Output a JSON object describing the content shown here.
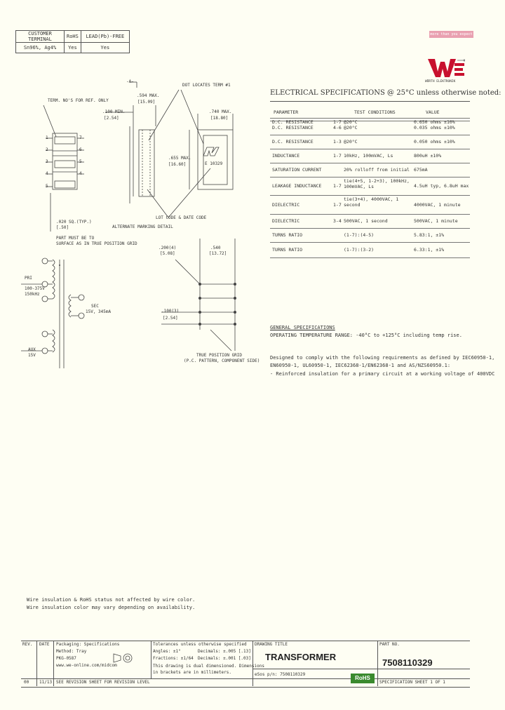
{
  "customer_box": {
    "headers": [
      "CUSTOMER TERMINAL",
      "RoHS",
      "LEAD(Pb)-FREE"
    ],
    "values": [
      "Sn96%, Ag4%",
      "Yes",
      "Yes"
    ]
  },
  "brand": {
    "banner": "more than you expect",
    "logo_text": "WÜRTH ELEKTRONIK"
  },
  "spec": {
    "title": "ELECTRICAL SPECIFICATIONS @ 25°C unless otherwise noted:",
    "headers": [
      "PARAMETER",
      "TEST CONDITIONS",
      "VALUE"
    ],
    "rows": [
      {
        "param": "D.C. RESISTANCE",
        "pins": "1-7",
        "cond": "@20°C",
        "value": "0.650 ohms ±10%"
      },
      {
        "param": "D.C. RESISTANCE",
        "pins": "4-6",
        "cond": "@20°C",
        "value": "0.035 ohms ±10%"
      },
      {
        "param": "D.C. RESISTANCE",
        "pins": "1-3",
        "cond": "@20°C",
        "value": "0.050 ohms ±10%"
      },
      {
        "param": "INDUCTANCE",
        "pins": "1-7",
        "cond": "10kHz, 100mVAC, Ls",
        "value": "800uH ±10%"
      },
      {
        "param": "SATURATION CURRENT",
        "pins": "",
        "cond": "20% rolloff from initial",
        "value": "675mA"
      },
      {
        "param": "LEAKAGE INDUCTANCE",
        "pins": "1-7",
        "cond": "tie(4+5, 1-2+3), 100kHz, 100mVAC, Ls",
        "value": "4.5uH typ, 6.8uH max"
      },
      {
        "param": "DIELECTRIC",
        "pins": "1-7",
        "cond": "tie(3+4), 4000VAC, 1 second",
        "value": "4000VAC, 1 minute"
      },
      {
        "param": "DIELECTRIC",
        "pins": "3-4",
        "cond": "500VAC, 1 second",
        "value": "500VAC, 1 minute"
      },
      {
        "param": "TURNS RATIO",
        "pins": "",
        "cond": "(1-7):(4-5)",
        "value": "5.83:1, ±1%"
      },
      {
        "param": "TURNS RATIO",
        "pins": "",
        "cond": "(1-7):(3-2)",
        "value": "6.33:1, ±1%"
      }
    ]
  },
  "general": {
    "heading": "GENERAL SPECIFICATIONS",
    "temp": "OPERATING TEMPERATURE RANGE: -40°C to +125°C including temp rise.",
    "designed_1": "Designed to comply with the following requirements as defined by IEC60950-1,",
    "designed_2": "EN60950-1, UL60950-1, IEC62368-1/EN62368-1 and AS/NZS60950.1:",
    "bullet": "- Reinforced insulation for a primary circuit at a working voltage of 400VDC"
  },
  "drawing": {
    "dot_label": "DOT LOCATES TERM #1",
    "term_note": "TERM. NO'S FOR REF. ONLY",
    "dim_a": ".594 MAX.",
    "dim_a_mm": "[15.09]",
    "dim_b": ".100 MIN.",
    "dim_b_mm": "[2.54]",
    "dim_c": ".740 MAX.",
    "dim_c_mm": "[18.80]",
    "dim_d": ".655 MAX.",
    "dim_d_mm": "[16.60]",
    "dim_e": ".020 SQ.(TYP.)",
    "dim_e_mm": "[.50]",
    "lot_code": "LOT CODE & DATE CODE",
    "alt_mark": "ALTERNATE MARKING DETAIL",
    "part_must_1": "PART MUST BE TO",
    "part_must_2": "SURFACE AS IN TRUE POSITION GRID",
    "pri_label": "PRI",
    "pri_volt": "100-375V",
    "pri_freq": "150kHz",
    "sec_label": "SEC",
    "sec_volt": "15V, 345mA",
    "aux_label": "AUX",
    "aux_volt": "15V",
    "grid_a": ".200(4)",
    "grid_a_mm": "[5.08]",
    "grid_b": ".540",
    "grid_b_mm": "[13.72]",
    "grid_c": ".100(3)",
    "grid_c_mm": "[2.54]",
    "true_pos_1": "TRUE POSITION GRID",
    "true_pos_2": "(P.C. PATTERN, COMPONENT SIDE)",
    "mark_code": "E 10329",
    "pin_nums_left": [
      "1",
      "2",
      "3",
      "4",
      "5"
    ],
    "pin_nums_right": [
      "7",
      "6",
      "5",
      "4"
    ]
  },
  "notes": {
    "n1": "Wire insulation & RoHS status not affected by wire color.",
    "n2": "Wire insulation color may vary depending on availability."
  },
  "title_block": {
    "rev_h": "REV.",
    "date_h": "DATE",
    "proc_1": "Packaging: Specifications",
    "proc_2": "Method: Tray",
    "proc_3": "PKG-0587",
    "web": "www.we-online.com/midcom",
    "tol_h": "Tolerances unless otherwise specified",
    "tol_1": "Angles: ±1°",
    "tol_2": "Fractions: ±1/64",
    "tol_3": "Decimals: ±.005 [.13]",
    "tol_4": "Decimals: ±.001 [.03]",
    "dual_1": "This drawing is dual dimensioned. Dimensions",
    "dual_2": "in brackets are in millimeters.",
    "drawing_title_h": "DRAWING TITLE",
    "drawing_title": "TRANSFORMER",
    "part_no_h": "PART NO.",
    "part_no": "7508110329",
    "esos": "eSos p/n: 7508110329",
    "rohs": "RoHS",
    "sheet": "SPECIFICATION SHEET  1  OF  1",
    "rev_val": "00",
    "date_val": "11/13",
    "rev_note": "SEE REVISION SHEET FOR REVISION LEVEL"
  },
  "colors": {
    "paper": "#fefef3",
    "brand_red": "#c8102e",
    "line": "#555555"
  }
}
